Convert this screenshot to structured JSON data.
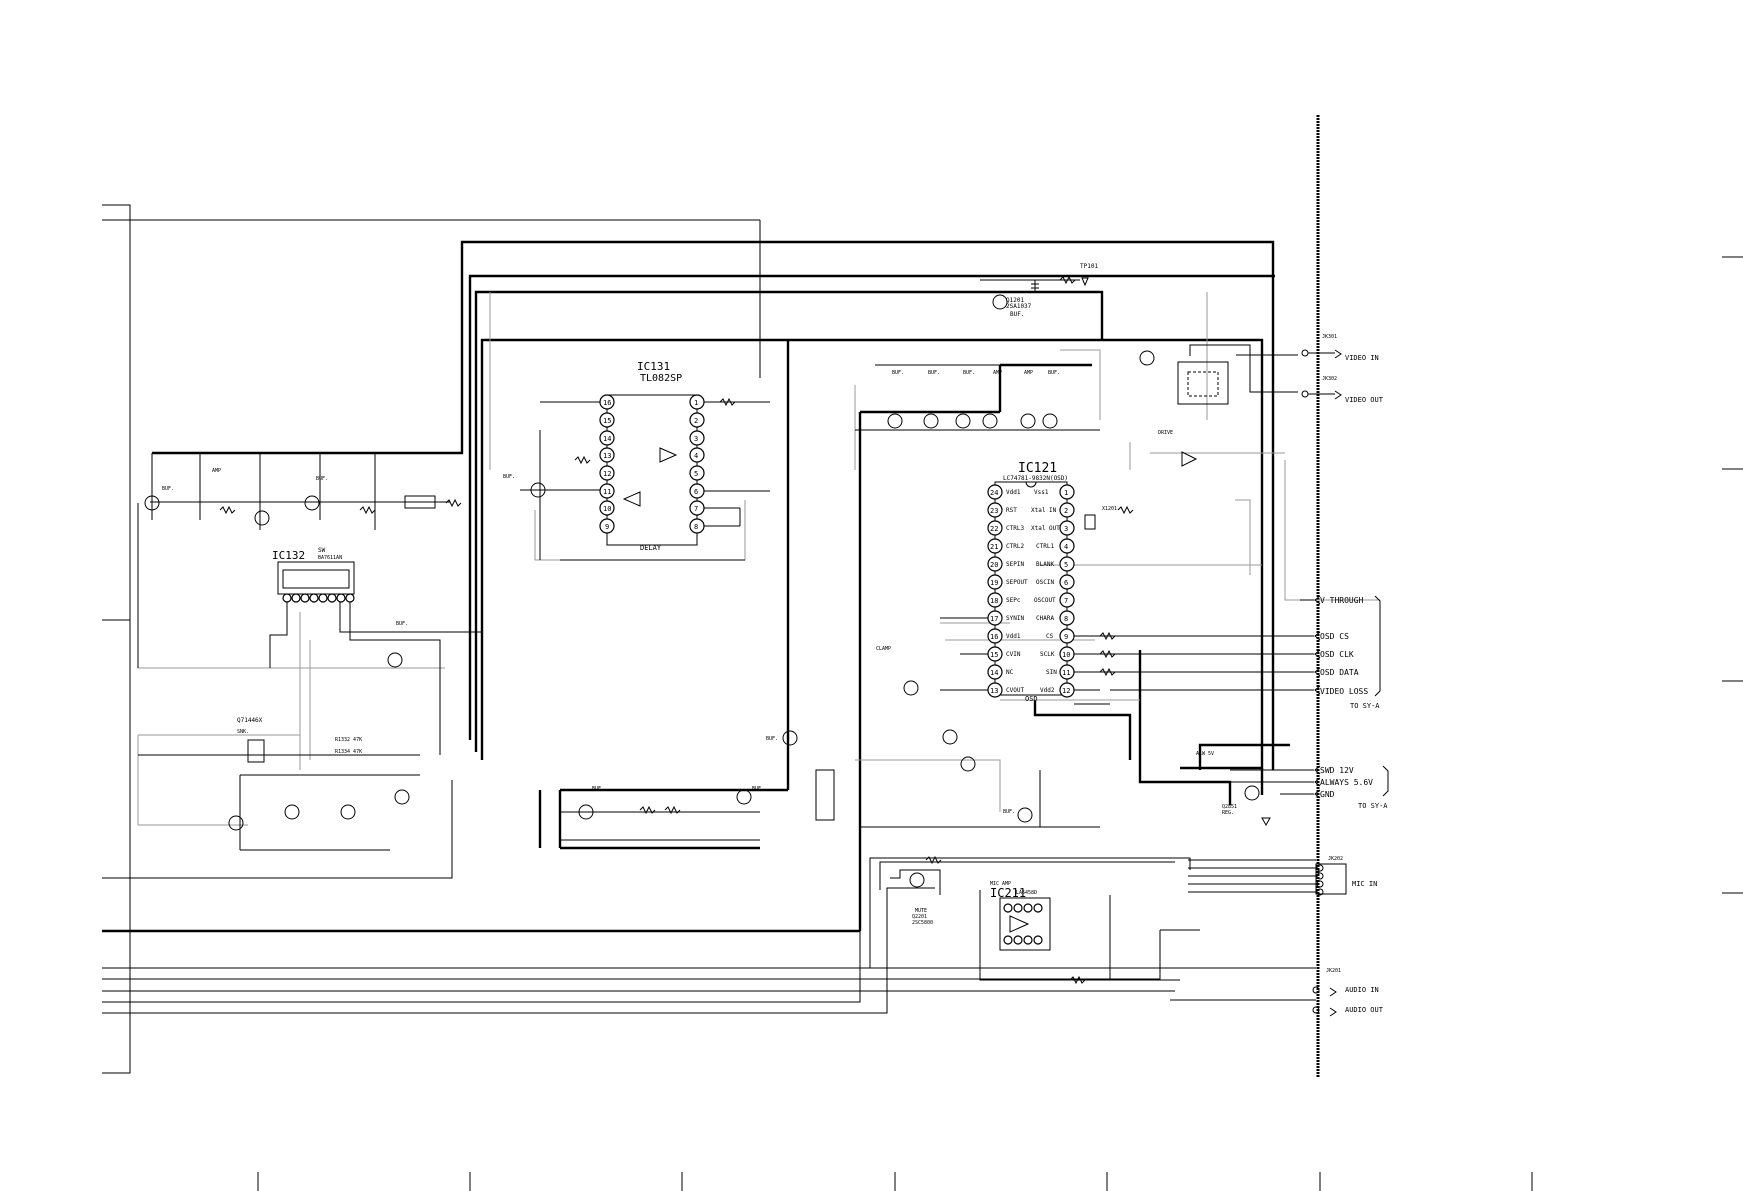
{
  "ic131": {
    "ref": "IC131",
    "part": "TL082SP",
    "func": "DELAY"
  },
  "ic132": {
    "ref": "IC132",
    "part": "BA7611AN",
    "func": "SW"
  },
  "ic121": {
    "ref": "IC121",
    "part": "LC74781-9832N(OSD)",
    "func": "OSD",
    "left_pins": [
      {
        "num": "24",
        "name": "Vdd1"
      },
      {
        "num": "23",
        "name": "RST"
      },
      {
        "num": "22",
        "name": "CTRL3"
      },
      {
        "num": "21",
        "name": "CTRL2"
      },
      {
        "num": "20",
        "name": "SEPIN"
      },
      {
        "num": "19",
        "name": "SEPOUT"
      },
      {
        "num": "18",
        "name": "SEPc"
      },
      {
        "num": "17",
        "name": "SYNIN"
      },
      {
        "num": "16",
        "name": "Vdd1"
      },
      {
        "num": "15",
        "name": "CVIN"
      },
      {
        "num": "14",
        "name": "NC"
      },
      {
        "num": "13",
        "name": "CVOUT"
      }
    ],
    "right_pins": [
      {
        "num": "1",
        "name": "Vss1"
      },
      {
        "num": "2",
        "name": "Xtal IN"
      },
      {
        "num": "3",
        "name": "Xtal OUT"
      },
      {
        "num": "4",
        "name": "CTRL1"
      },
      {
        "num": "5",
        "name": "BLANK"
      },
      {
        "num": "6",
        "name": "OSCIN"
      },
      {
        "num": "7",
        "name": "OSCOUT"
      },
      {
        "num": "8",
        "name": "CHARA"
      },
      {
        "num": "9",
        "name": "CS"
      },
      {
        "num": "10",
        "name": "SCLK"
      },
      {
        "num": "11",
        "name": "SIN"
      },
      {
        "num": "12",
        "name": "Vdd2"
      }
    ]
  },
  "ic211": {
    "ref": "IC211",
    "part": "LA6458D",
    "func": "MIC AMP"
  },
  "connectors": {
    "video_in": "VIDEO IN",
    "video_out": "VIDEO OUT",
    "mic_in": "MIC IN",
    "audio_in": "AUDIO IN",
    "audio_out": "AUDIO OUT",
    "jk201": "JK201",
    "jk202": "JK202",
    "jk301": "JK301",
    "jk302": "JK302"
  },
  "signals": {
    "v_through": "V THROUGH",
    "osd_cs": "OSD CS",
    "osd_clk": "OSD CLK",
    "osd_data": "OSD DATA",
    "video_loss": "VIDEO LOSS",
    "to_sy_a_1": "TO SY-A",
    "swd_12v": "SWD 12V",
    "always_5v": "ALWAYS 5.6V",
    "gnd": "GND",
    "to_sy_a_2": "TO SY-A"
  },
  "parts": {
    "q1201": "Q1201",
    "q1201_part": "2SA1037",
    "buf": "BUF.",
    "q2201": "Q2201",
    "q2201_part": "2SC5800",
    "mute": "MUTE",
    "q2851": "Q2851",
    "reg": "REG.",
    "always_5v_short": "ALW 5V",
    "clamp": "CLAMP",
    "x1201": "X1201",
    "drive": "DRIVE",
    "tp101": "TP101"
  }
}
